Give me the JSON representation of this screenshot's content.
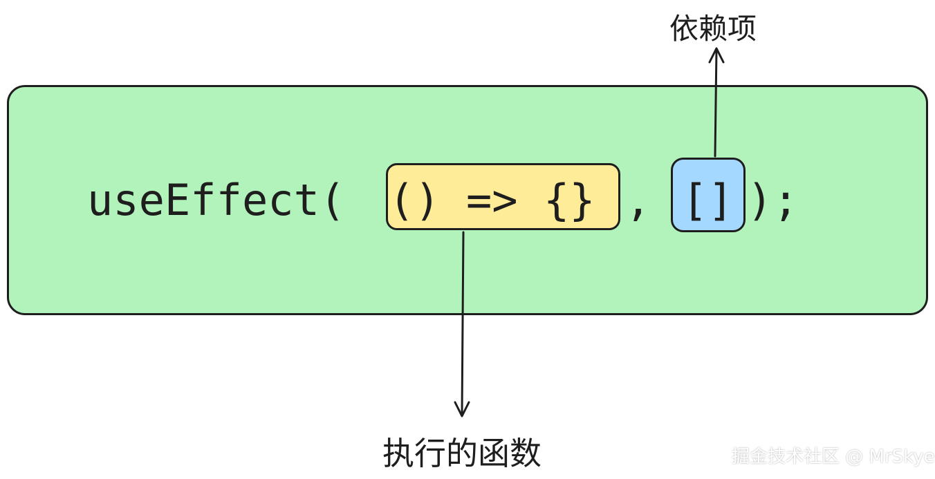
{
  "code": {
    "part1": "useEffect(",
    "part2": "() => {}",
    "part3": ",",
    "part4": "[]",
    "part5": ");"
  },
  "labels": {
    "dependencies": "依赖项",
    "callback": "执行的函数"
  },
  "watermark": "掘金技术社区 @ MrSkye",
  "colors": {
    "container": "#b2f2bb",
    "function_highlight": "#ffec99",
    "dependency_highlight": "#a5d8ff",
    "stroke": "#1e1e1e"
  }
}
